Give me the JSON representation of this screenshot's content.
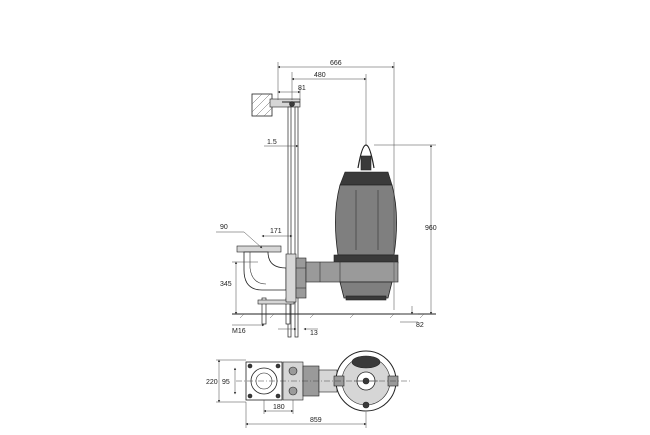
{
  "dimensions": {
    "d666": "666",
    "d480": "480",
    "d81": "81",
    "d1_5": "1.5",
    "d90": "90",
    "d171": "171",
    "d960": "960",
    "d345": "345",
    "dM16": "M16",
    "d13": "13",
    "d82": "82",
    "d220": "220",
    "d95": "95",
    "d180": "180",
    "d859": "859"
  }
}
